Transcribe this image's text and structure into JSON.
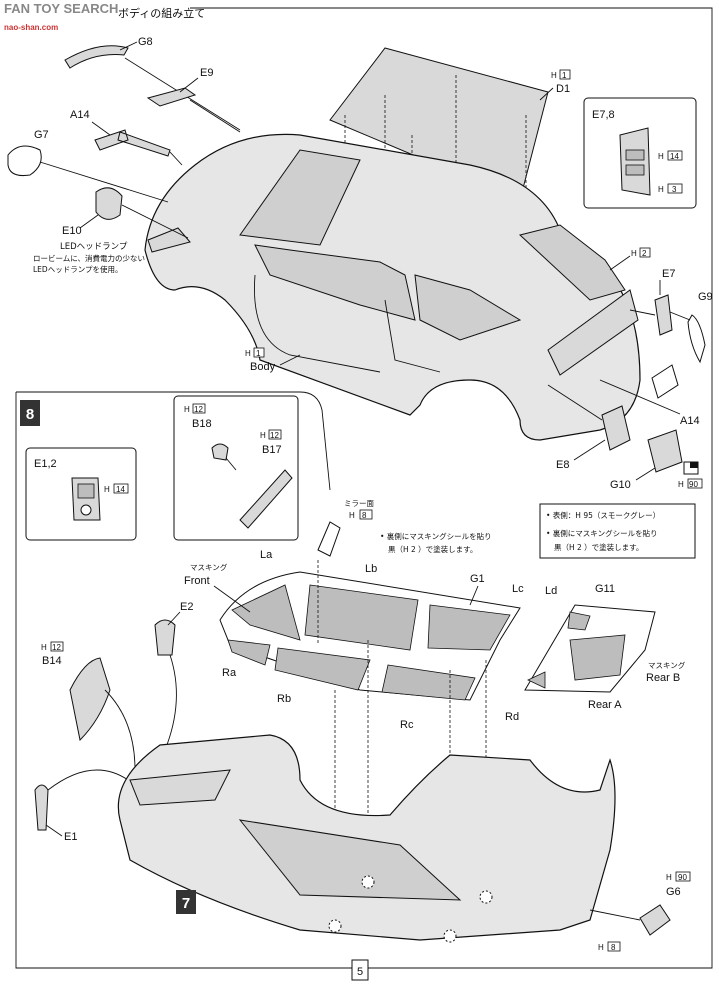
{
  "header": {
    "watermark_top": "FAN TOY SEARCH",
    "watermark_bottom": "nao-shan.com",
    "title_jp": "ボディの組み立て"
  },
  "parts": {
    "G8": "G8",
    "E9": "E9",
    "A14_left": "A14",
    "G7": "G7",
    "E10": "E10",
    "D1": "D1",
    "D1_h": "1",
    "E78": "E7,8",
    "E78_h14": "14",
    "E78_h3": "3",
    "E7": "E7",
    "G9": "G9",
    "E8": "E8",
    "G10": "G10",
    "G10_h": "90",
    "A14_right": "A14",
    "H2_rear": "2",
    "Body": "Body",
    "Body_h": "1",
    "B18": "B18",
    "B18_h": "12",
    "B17": "B17",
    "B17_h": "12",
    "E12": "E1,2",
    "E12_h": "14",
    "mirror_h": "8",
    "La": "La",
    "Lb": "Lb",
    "Lc": "Lc",
    "G1": "G1",
    "Front": "Front",
    "Ra": "Ra",
    "Rb": "Rb",
    "Rc": "Rc",
    "Ld": "Ld",
    "G11": "G11",
    "RearA": "Rear A",
    "RearB": "Rear B",
    "Rd": "Rd",
    "E2": "E2",
    "B14": "B14",
    "B14_h": "12",
    "E1": "E1",
    "G6": "G6",
    "G6_h": "90",
    "H8_bottom": "8"
  },
  "notes": {
    "led_title": "LEDヘッドランプ",
    "led_line1": "ロービームに、消費電力の少ない",
    "led_line2": "LEDヘッドランプを使用。",
    "mirror": "ミラー面",
    "masking": "マスキング",
    "g1_note1": "• 裏側にマスキングシールを貼り",
    "g1_note2": "黒（H 2 ）で塗装します。",
    "g11_note1": "• 表側：H 95（スモークグレー）",
    "g11_note2": "• 裏側にマスキングシールを貼り",
    "g11_note3": "黒（H 2 ）で塗装します。",
    "h": "H"
  },
  "steps": {
    "step8": "8",
    "step7": "7"
  },
  "page_number": "5"
}
